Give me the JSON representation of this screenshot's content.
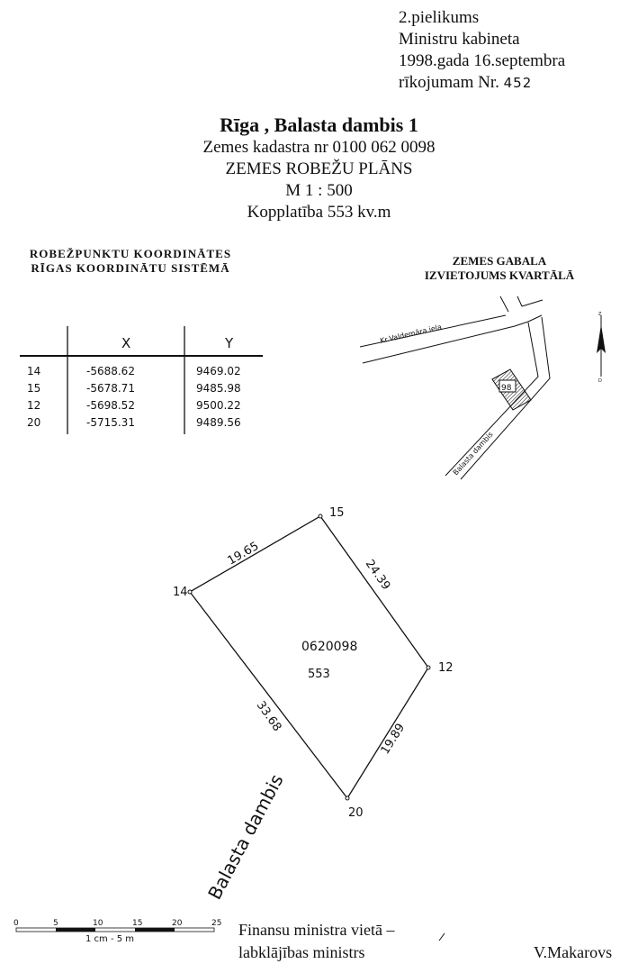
{
  "annex": {
    "line1": "2.pielikums",
    "line2": "Ministru kabineta",
    "line3": "1998.gada 16.septembra",
    "line4_label": "rīkojumam Nr.",
    "line4_number": "452"
  },
  "title": {
    "address": "Rīga , Balasta dambis 1",
    "cadastre": "Zemes kadastra nr 0100 062 0098",
    "plan": "ZEMES ROBEŽU PLĀNS",
    "scale": "M 1 : 500",
    "area": "Kopplatība 553 kv.m"
  },
  "coords": {
    "heading1": "ROBEŽPUNKTU KOORDINĀTES",
    "heading2": "RĪGAS KOORDINĀTU SISTĒMĀ",
    "col_x": "X",
    "col_y": "Y",
    "rows": [
      {
        "pt": "14",
        "x": "-5688.62",
        "y": "9469.02"
      },
      {
        "pt": "15",
        "x": "-5678.71",
        "y": "9485.98"
      },
      {
        "pt": "12",
        "x": "-5698.52",
        "y": "9500.22"
      },
      {
        "pt": "20",
        "x": "-5715.31",
        "y": "9489.56"
      }
    ]
  },
  "location": {
    "heading1": "ZEMES GABALA",
    "heading2": "IZVIETOJUMS KVARTĀLĀ",
    "street1": "Kr.Valdemāra iela",
    "street2": "Balasta dambis",
    "parcel": "98",
    "north": "Z",
    "south": "D"
  },
  "plot": {
    "points": [
      "15",
      "14",
      "12",
      "20"
    ],
    "edges": [
      "19.65",
      "24.39",
      "33.68",
      "19.89"
    ],
    "parcel_id": "0620098",
    "area": "553",
    "street": "Balasta dambis"
  },
  "scalebar": {
    "ticks": [
      "0",
      "5",
      "10",
      "15",
      "20",
      "25"
    ],
    "label": "1 cm - 5 m"
  },
  "signature": {
    "line1": "Finansu  ministra vietā –",
    "line2": "labklājības ministrs",
    "name": "V.Makarovs"
  }
}
